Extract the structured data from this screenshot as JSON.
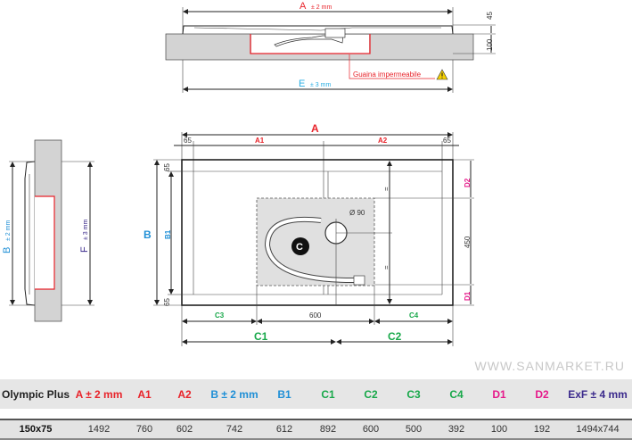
{
  "section_view": {
    "dim_a": "A",
    "dim_a_tol": "± 2 mm",
    "dim_e": "E",
    "dim_e_tol": "± 3 mm",
    "height_top": "45",
    "height_base": "100",
    "membrane_label": "Guaina impermeabile",
    "warning_icon": "warning-triangle"
  },
  "plan_view": {
    "a": "A",
    "a1": "A1",
    "a2": "A2",
    "margin_left": "65",
    "margin_right": "65",
    "b": "B",
    "b1": "B1",
    "margin_top": "65",
    "margin_bottom": "65",
    "d1": "D1",
    "d2": "D2",
    "d_mid": "450",
    "equal1": "=",
    "equal2": "=",
    "drain_diameter": "Ø 90",
    "c_badge": "C",
    "c3": "C3",
    "c_mid": "600",
    "c4": "C4",
    "c1": "C1",
    "c2": "C2"
  },
  "side_view": {
    "b": "B",
    "b_tol": "± 2 mm",
    "f": "F",
    "f_tol": "± 3 mm"
  },
  "table": {
    "headers": [
      "Olympic Plus",
      "A ± 2 mm",
      "A1",
      "A2",
      "B ± 2 mm",
      "B1",
      "C1",
      "C2",
      "C3",
      "C4",
      "D1",
      "D2",
      "ExF ± 4 mm"
    ],
    "rows": [
      [
        "150x75",
        "1492",
        "760",
        "602",
        "742",
        "612",
        "892",
        "600",
        "500",
        "392",
        "100",
        "192",
        "1494x744"
      ]
    ]
  },
  "watermark": "WWW.SANMARKET.RU",
  "colors": {
    "red": "#e8232a",
    "blue": "#1f8fd6",
    "green": "#18a84a",
    "pink": "#e6198a",
    "purple": "#3b2a8c",
    "cyan": "#29aee3"
  }
}
